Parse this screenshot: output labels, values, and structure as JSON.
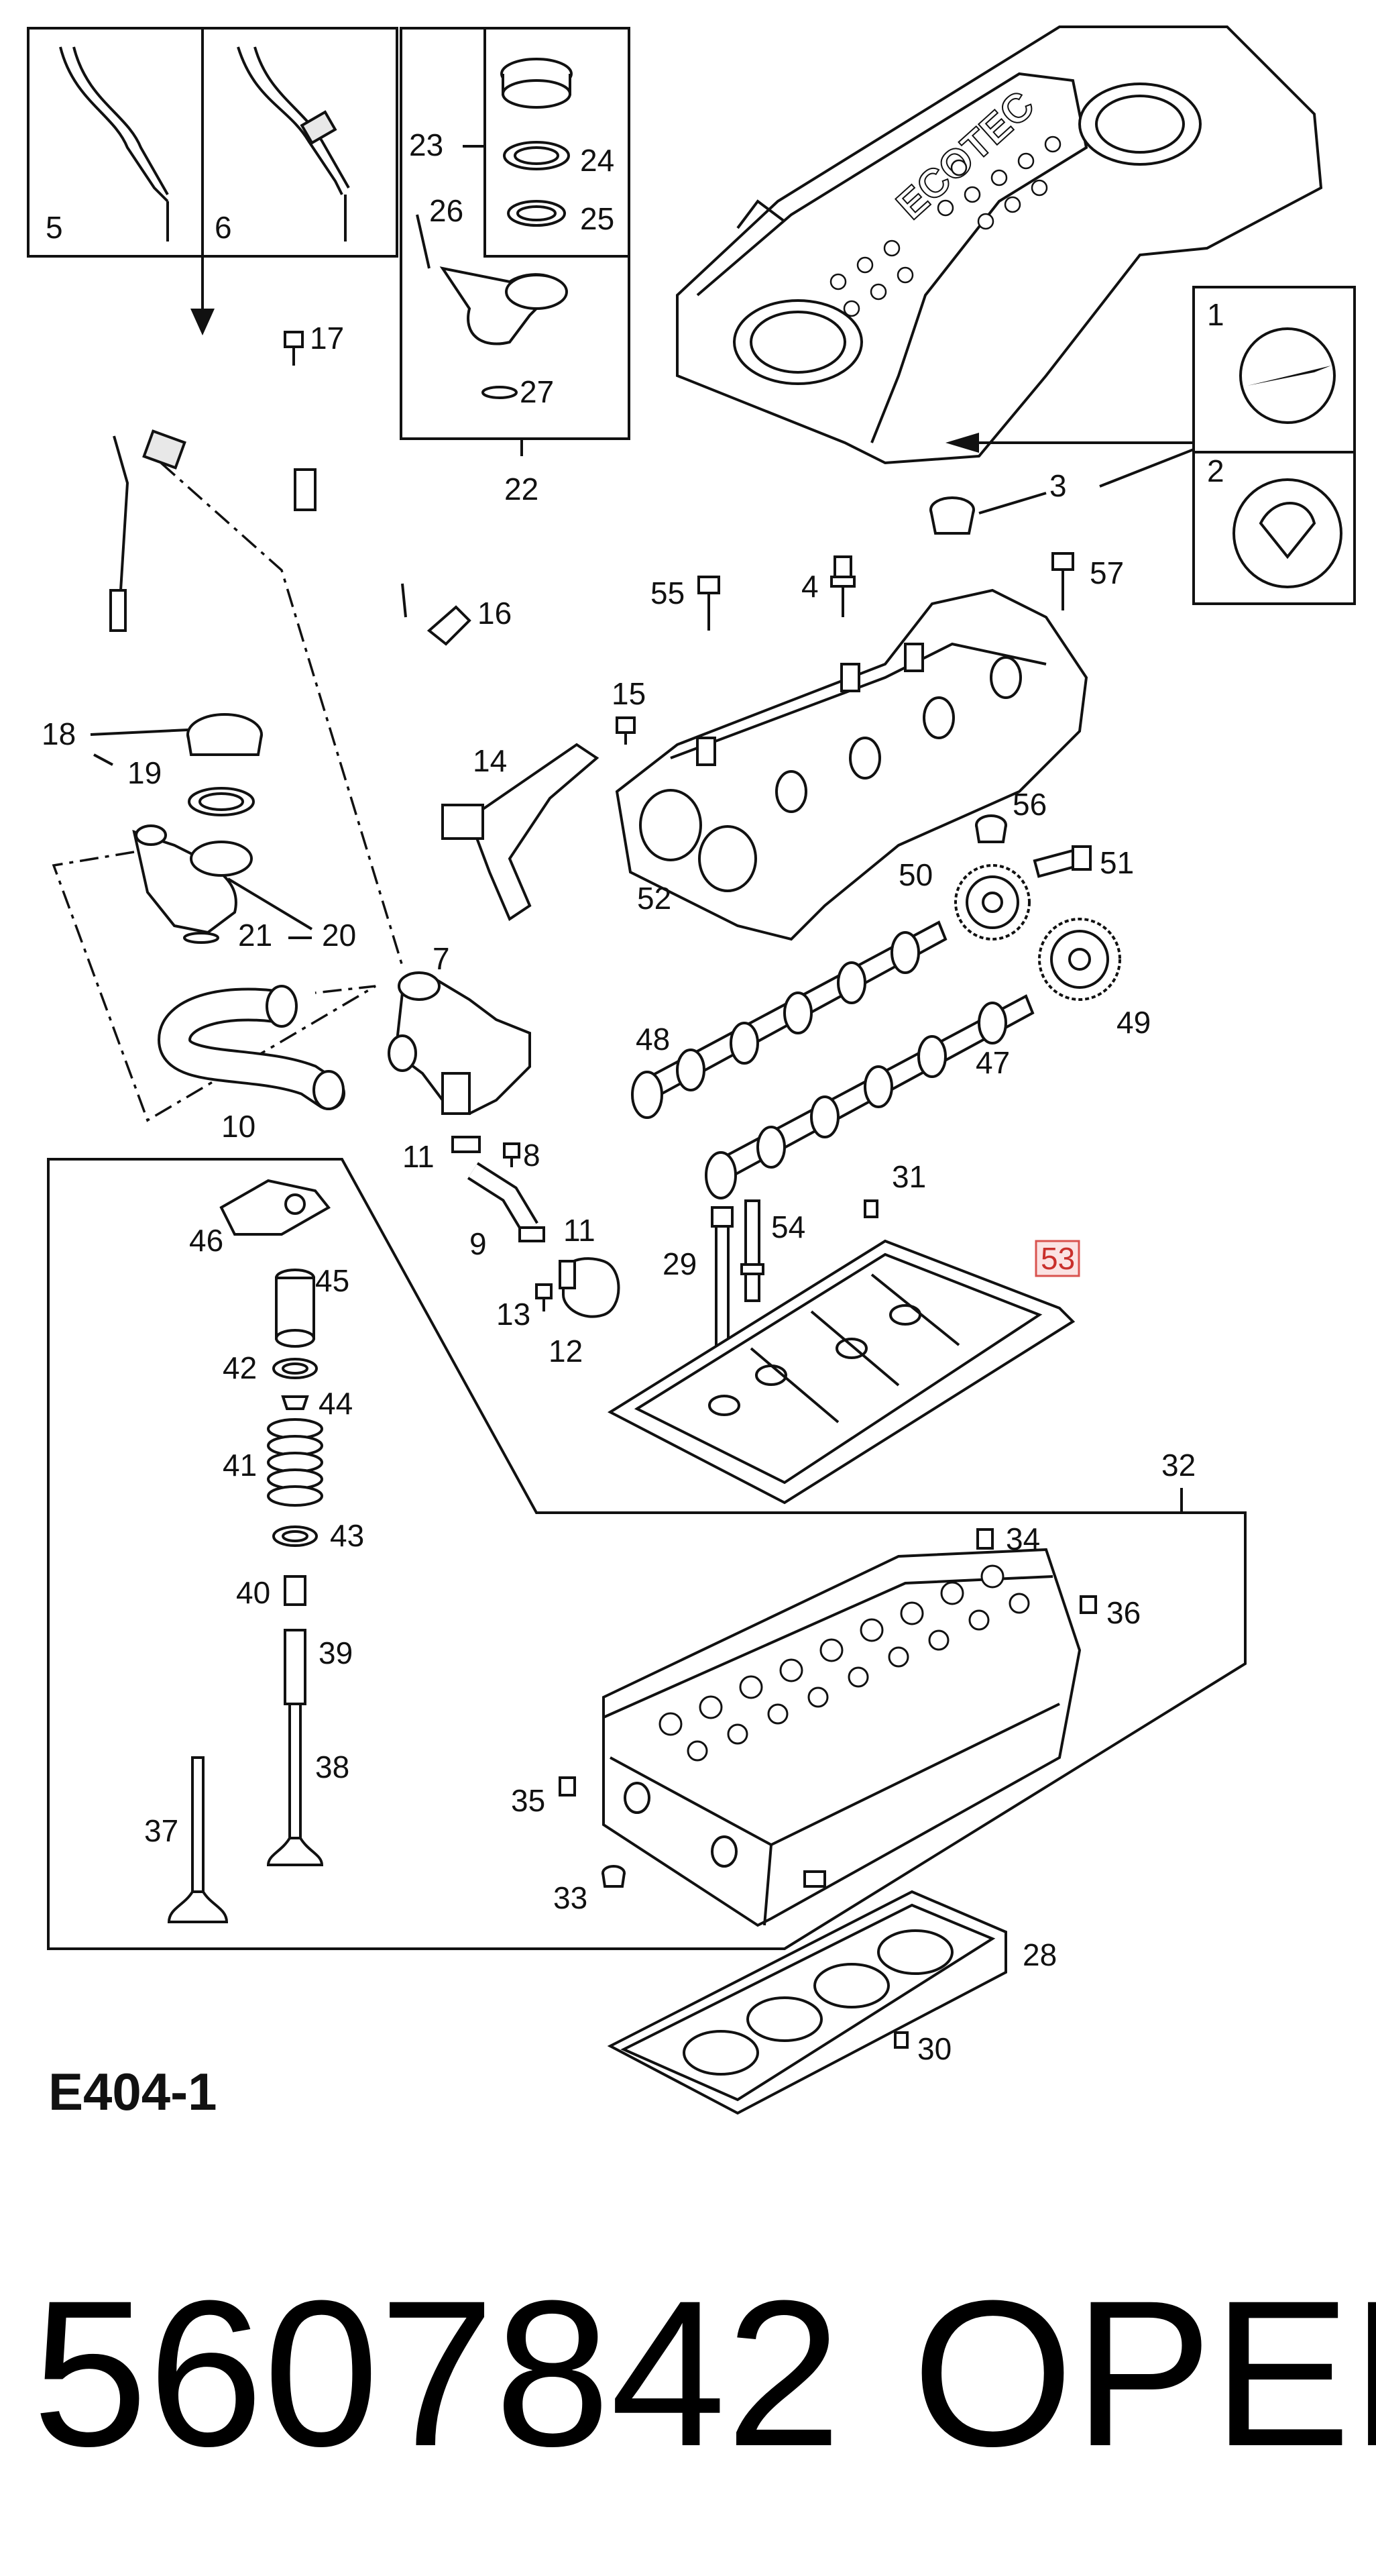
{
  "diagram_code": "E404-1",
  "part_number": "5607842",
  "brand": "OPEL",
  "cover_lettering": "ECOTEC",
  "highlight_color": "#d9534f",
  "highlighted_label": "53",
  "callouts": {
    "c1": "1",
    "c2": "2",
    "c3": "3",
    "c4": "4",
    "c5": "5",
    "c6": "6",
    "c7": "7",
    "c8": "8",
    "c9": "9",
    "c10": "10",
    "c11a": "11",
    "c11b": "11",
    "c12": "12",
    "c13": "13",
    "c14": "14",
    "c15": "15",
    "c16": "16",
    "c17": "17",
    "c18": "18",
    "c19": "19",
    "c20": "20",
    "c21": "21",
    "c22": "22",
    "c23": "23",
    "c24": "24",
    "c25": "25",
    "c26": "26",
    "c27": "27",
    "c28": "28",
    "c29": "29",
    "c30": "30",
    "c31": "31",
    "c32": "32",
    "c33": "33",
    "c34": "34",
    "c35": "35",
    "c36": "36",
    "c37": "37",
    "c38": "38",
    "c39": "39",
    "c40": "40",
    "c41": "41",
    "c42": "42",
    "c43": "43",
    "c44": "44",
    "c45": "45",
    "c46": "46",
    "c47": "47",
    "c48": "48",
    "c49": "49",
    "c50": "50",
    "c51": "51",
    "c52": "52",
    "c53": "53",
    "c54": "54",
    "c55": "55",
    "c56": "56",
    "c57": "57"
  }
}
